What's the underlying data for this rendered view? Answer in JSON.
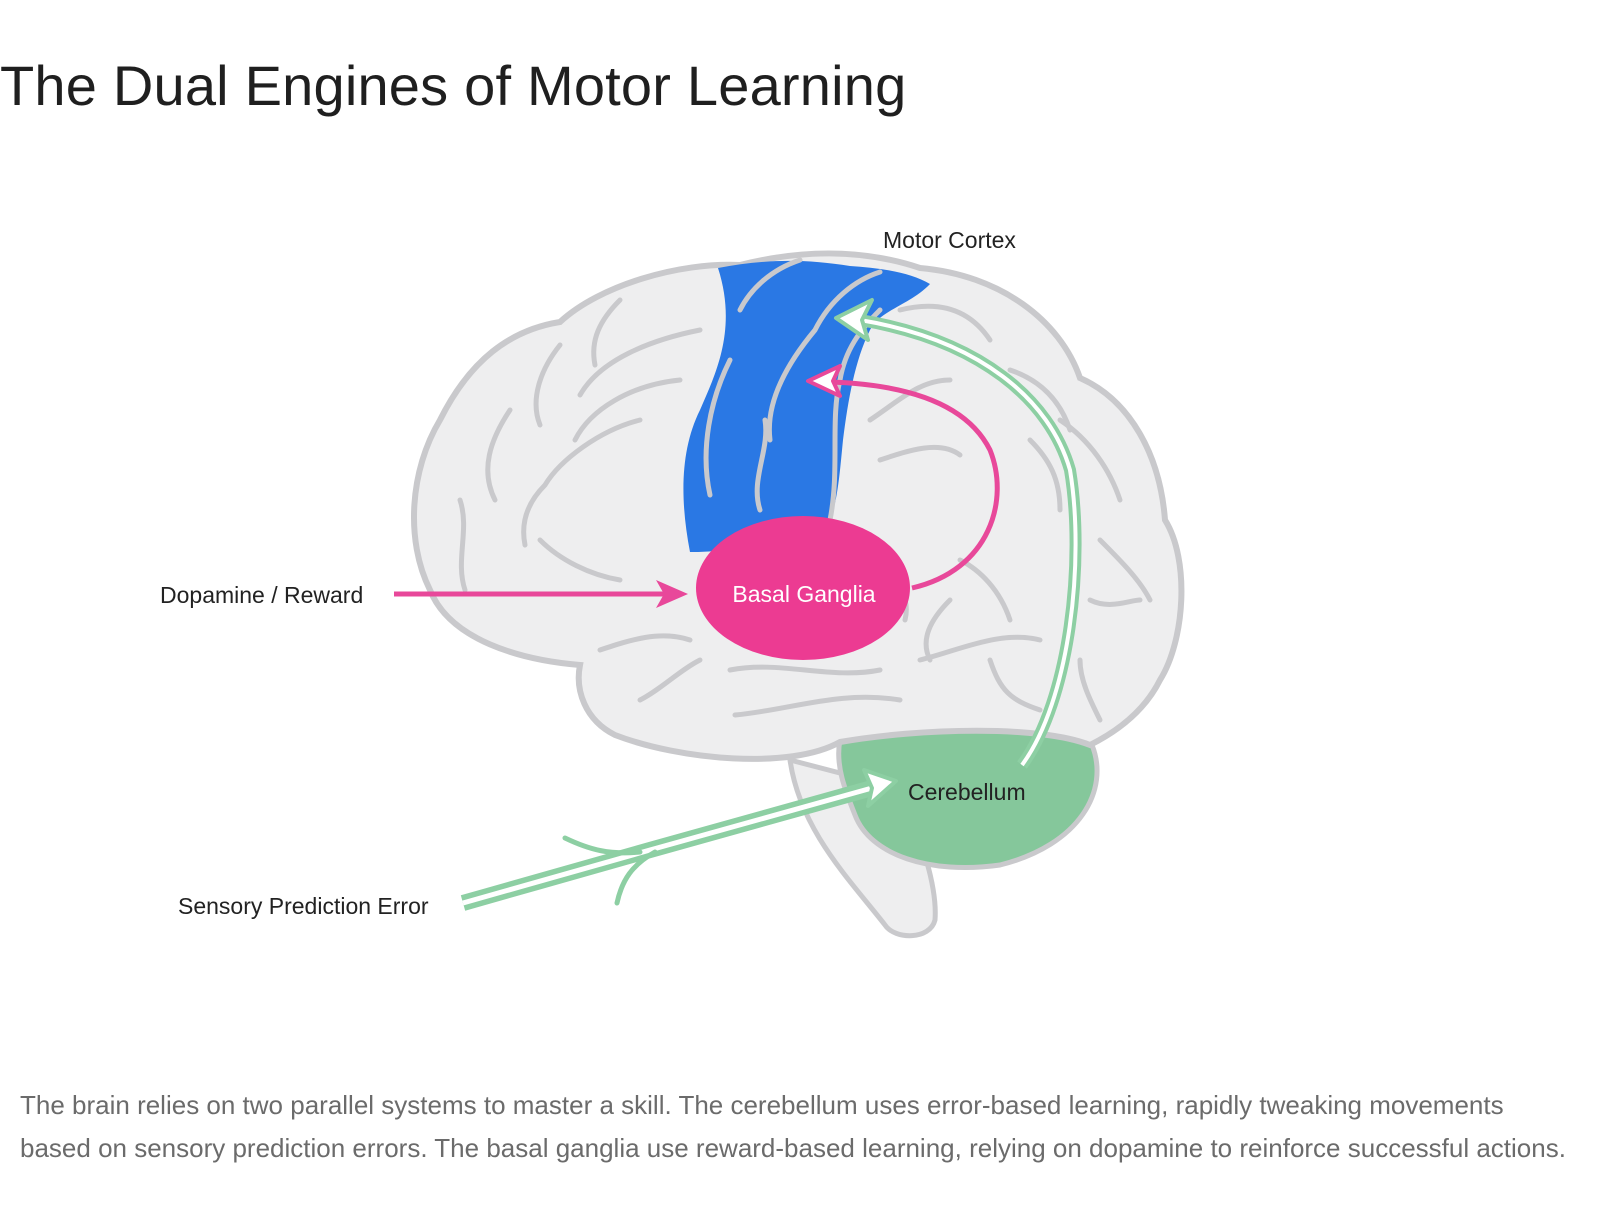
{
  "page": {
    "title": "The Dual Engines of Motor Learning",
    "caption": "The brain relies on two parallel systems to master a skill. The cerebellum uses error-based learning, rapidly tweaking movements based on sensory prediction errors. The basal ganglia use reward-based learning, relying on dopamine to reinforce successful actions."
  },
  "diagram": {
    "regions": {
      "motor_cortex": {
        "label": "Motor Cortex",
        "color": "#2a78e4"
      },
      "basal_ganglia": {
        "label": "Basal Ganglia",
        "color": "#ec3b92"
      },
      "cerebellum": {
        "label": "Cerebellum",
        "color": "#85c79b"
      }
    },
    "inputs": {
      "reward": {
        "label": "Dopamine / Reward",
        "color": "#e8489a"
      },
      "error": {
        "label": "Sensory Prediction Error",
        "color": "#8dcfa3"
      }
    },
    "brain_fill": "#eeeeef",
    "brain_outline": "#c9c9cc"
  }
}
